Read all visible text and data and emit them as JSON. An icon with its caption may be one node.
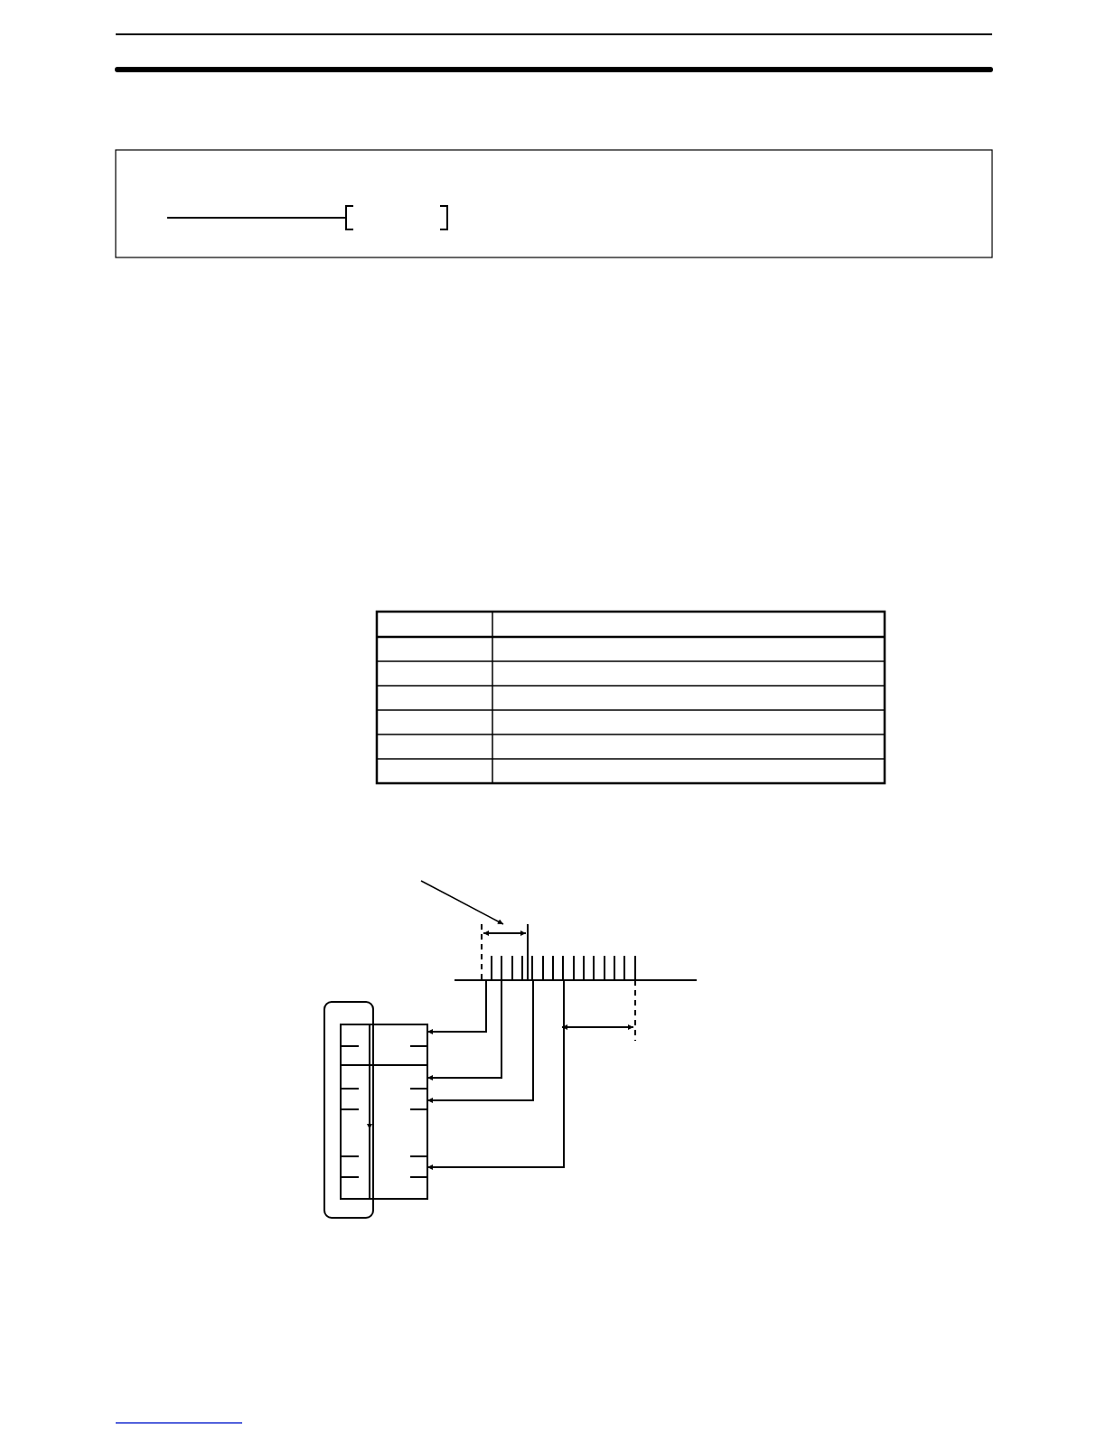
{
  "diagram": {
    "nodes": [
      {
        "text": [],
        "shape": "bar"
      },
      {
        "text": [],
        "shape": "box"
      }
    ],
    "edges": [
      {
        "from": 0,
        "to": 1,
        "arrow": "to"
      },
      {
        "from": 0,
        "to": 1,
        "arrow": "to"
      },
      {
        "from": 0,
        "to": 1,
        "arrow": "to"
      },
      {
        "from": 0,
        "to": 1,
        "arrow": "to"
      }
    ]
  }
}
